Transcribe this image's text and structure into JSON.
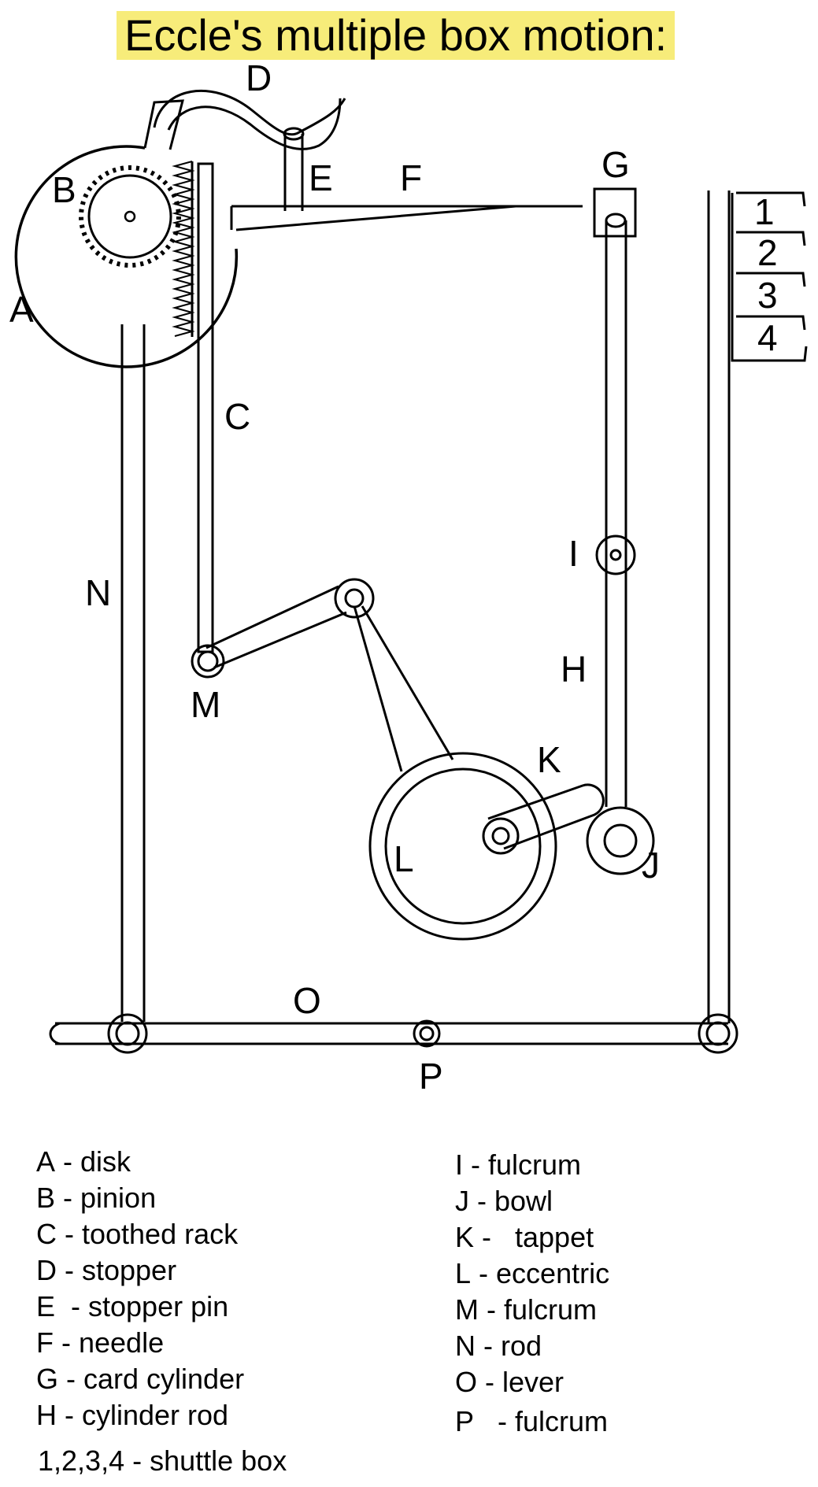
{
  "title": "Eccle's multiple box motion:",
  "labels": {
    "A": "A",
    "B": "B",
    "C": "C",
    "D": "D",
    "E": "E",
    "F": "F",
    "G": "G",
    "H": "H",
    "I": "I",
    "J": "J",
    "K": "K",
    "L": "L",
    "M": "M",
    "N": "N",
    "O": "O",
    "P": "P"
  },
  "shuttle_boxes": [
    "1",
    "2",
    "3",
    "4"
  ],
  "legend_left": [
    {
      "key": "A",
      "desc": "- disk"
    },
    {
      "key": "B",
      "desc": "- pinion"
    },
    {
      "key": "C",
      "desc": "- toothed rack"
    },
    {
      "key": "D",
      "desc": "- stopper"
    },
    {
      "key": "E",
      "desc": "- stopper pin"
    },
    {
      "key": "F",
      "desc": "- needle"
    },
    {
      "key": "G",
      "desc": "- card cylinder"
    },
    {
      "key": "H",
      "desc": "- cylinder rod"
    }
  ],
  "legend_right": [
    {
      "key": "I",
      "desc": "- fulcrum"
    },
    {
      "key": "J",
      "desc": "- bowl"
    },
    {
      "key": "K",
      "desc": "-   tappet"
    },
    {
      "key": "L",
      "desc": "- eccentric"
    },
    {
      "key": "M",
      "desc": "- fulcrum"
    },
    {
      "key": "N",
      "desc": "- rod"
    },
    {
      "key": "O",
      "desc": "- lever"
    },
    {
      "key": "P",
      "desc": "  - fulcrum"
    }
  ],
  "shuttle_legend": "1,2,3,4 - shuttle box",
  "colors": {
    "title_highlight": "#f7ec7a",
    "line": "#000000",
    "background": "#ffffff"
  }
}
